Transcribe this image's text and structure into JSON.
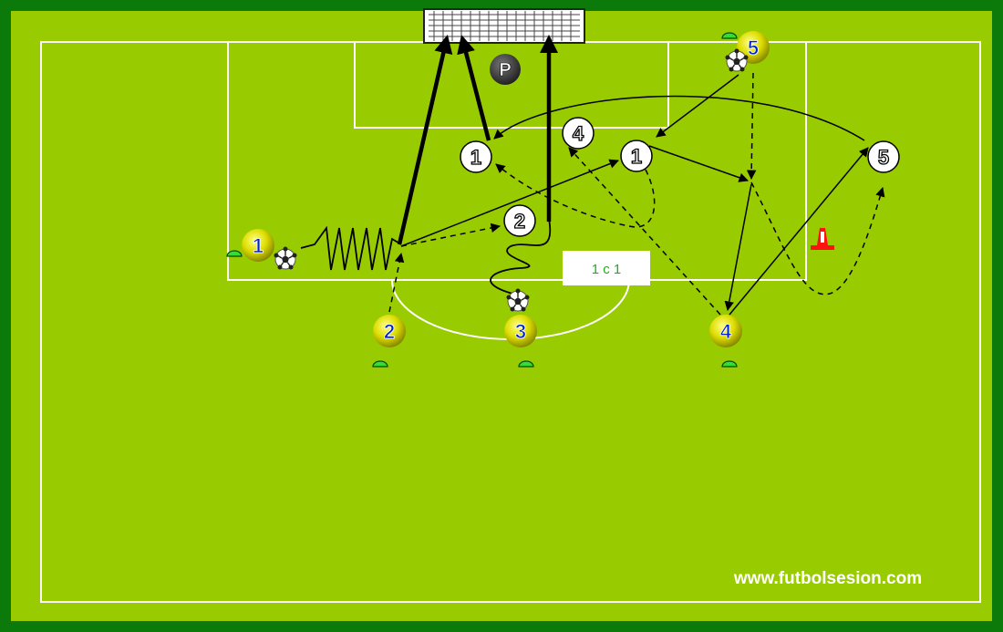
{
  "colors": {
    "outer_border": "#0b7a0b",
    "pitch": "#99cc00",
    "lines": "#ffffff",
    "arrow": "#000000",
    "player_yellow_light": "#ffff66",
    "player_yellow_dark": "#999900",
    "player_number": "#0022cc",
    "keeper": "#333333",
    "cone_marker": "#33dd33",
    "cone_red": "#ff1111",
    "label_text": "#22aa22"
  },
  "keeper": {
    "label": "P"
  },
  "attackers": [
    {
      "id": "attacker-1",
      "label": "1"
    },
    {
      "id": "attacker-2",
      "label": "2"
    },
    {
      "id": "attacker-3",
      "label": "3"
    },
    {
      "id": "attacker-4",
      "label": "4"
    },
    {
      "id": "attacker-5",
      "label": "5"
    }
  ],
  "white_markers": [
    {
      "id": "position-1a",
      "label": "1"
    },
    {
      "id": "position-4",
      "label": "4"
    },
    {
      "id": "position-1b",
      "label": "1"
    },
    {
      "id": "position-2",
      "label": "2"
    },
    {
      "id": "position-5",
      "label": "5"
    }
  ],
  "duel_label": "1 c 1",
  "watermark": "www.futbolsesion.com"
}
